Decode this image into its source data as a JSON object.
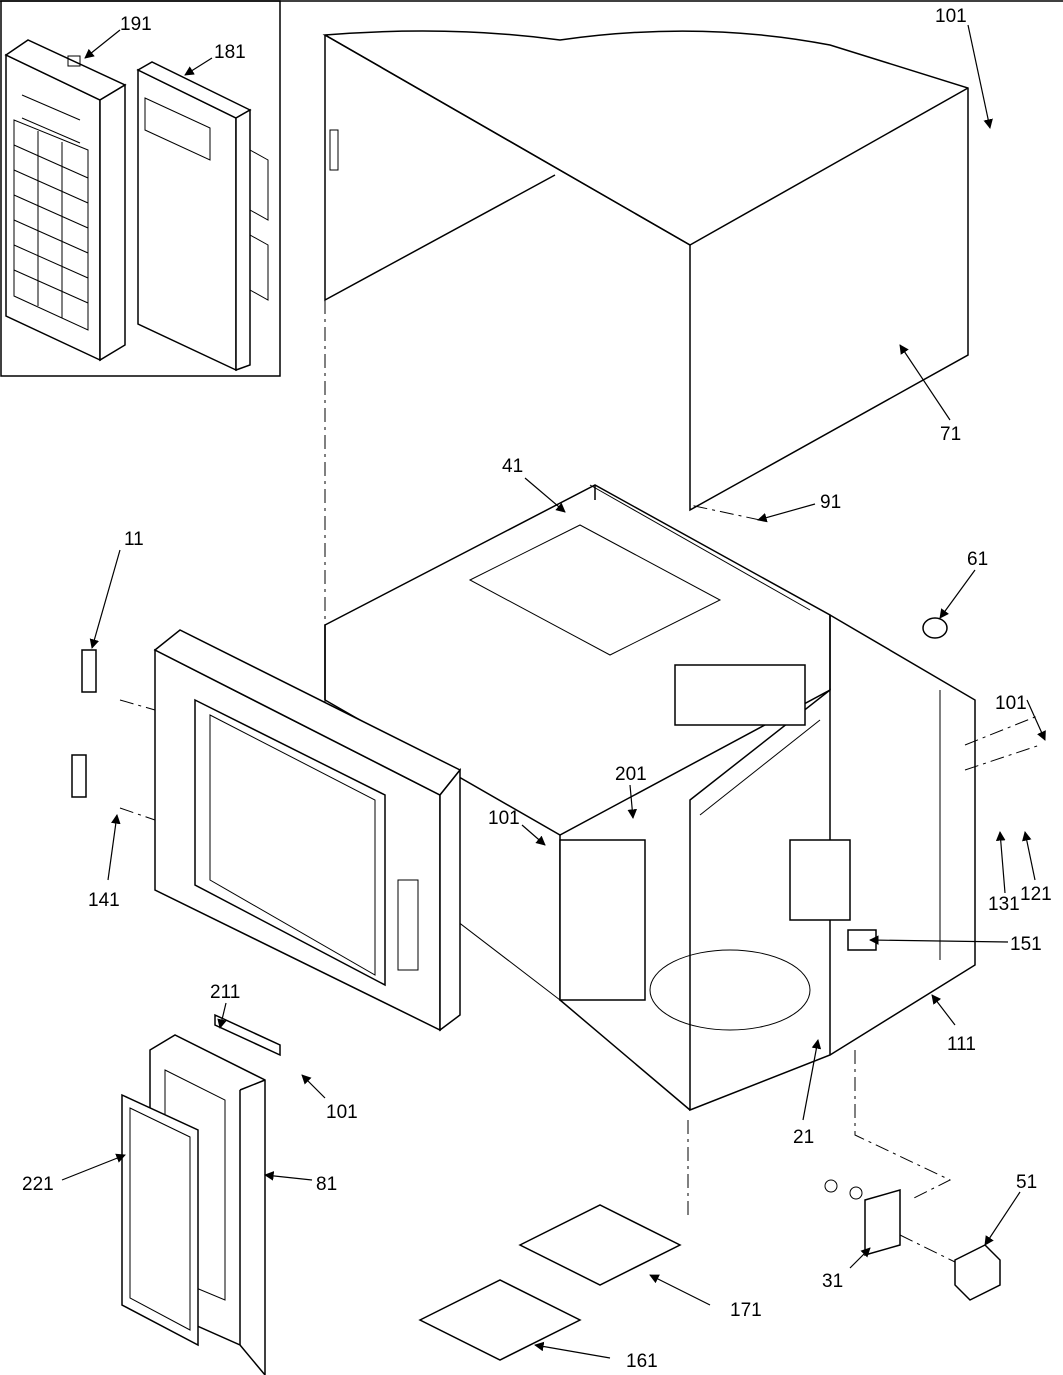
{
  "callouts": {
    "c191": "191",
    "c181": "181",
    "c101_top": "101",
    "c71": "71",
    "c41": "41",
    "c91": "91",
    "c11": "11",
    "c61": "61",
    "c101_right": "101",
    "c201": "201",
    "c101_mid": "101",
    "c141": "141",
    "c121": "121",
    "c131": "131",
    "c151": "151",
    "c111": "111",
    "c211": "211",
    "c101_low": "101",
    "c21": "21",
    "c221": "221",
    "c81": "81",
    "c51": "51",
    "c31": "31",
    "c171": "171",
    "c161": "161"
  }
}
